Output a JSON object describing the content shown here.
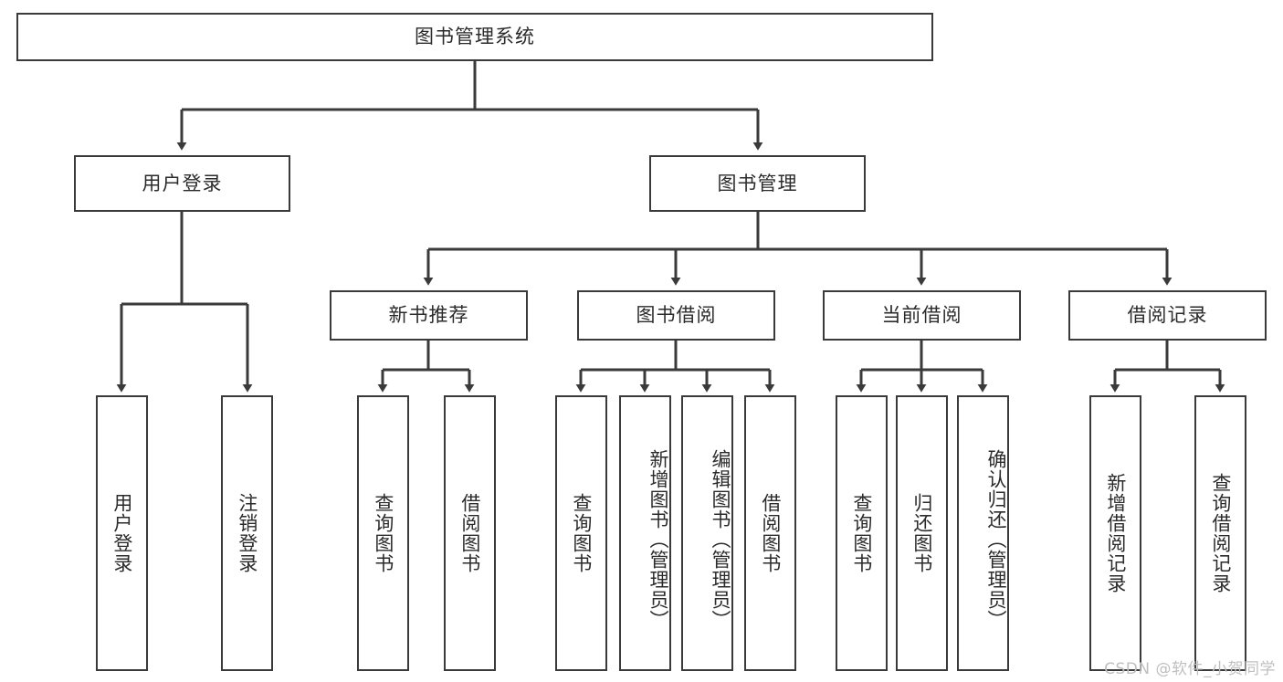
{
  "diagram": {
    "title": "图书管理系统",
    "type": "tree",
    "watermark": "CSDN @软件_小贺同学",
    "colors": {
      "border": "#3a3a3a",
      "background": "#ffffff",
      "text": "#2b2b2b",
      "connector": "#3a3a3a",
      "watermark": "#bfbfbf"
    },
    "levels": {
      "root": "图书管理系统",
      "level2": [
        "用户登录",
        "图书管理"
      ],
      "level3": [
        "新书推荐",
        "图书借阅",
        "当前借阅",
        "借阅记录"
      ]
    },
    "nodes": {
      "root": {
        "label": "图书管理系统"
      },
      "user_login": {
        "label": "用户登录"
      },
      "book_manage": {
        "label": "图书管理"
      },
      "new_book_rec": {
        "label": "新书推荐"
      },
      "book_borrow": {
        "label": "图书借阅"
      },
      "current_borrow": {
        "label": "当前借阅"
      },
      "borrow_record": {
        "label": "借阅记录"
      },
      "leaf_user_login": {
        "label": "用户登录"
      },
      "leaf_logout": {
        "label": "注销登录"
      },
      "leaf_query_book_1": {
        "label": "查询图书"
      },
      "leaf_borrow_book_1": {
        "label": "借阅图书"
      },
      "leaf_query_book_2": {
        "label": "查询图书"
      },
      "leaf_add_book": {
        "label": "新增图书（管理员）"
      },
      "leaf_edit_book": {
        "label": "编辑图书（管理员）"
      },
      "leaf_borrow_book_2": {
        "label": "借阅图书"
      },
      "leaf_query_book_3": {
        "label": "查询图书"
      },
      "leaf_return_book": {
        "label": "归还图书"
      },
      "leaf_confirm_return": {
        "label": "确认归还（管理员）"
      },
      "leaf_add_record": {
        "label": "新增借阅记录"
      },
      "leaf_query_record": {
        "label": "查询借阅记录"
      }
    },
    "edges": [
      {
        "from": "root",
        "to": "user_login"
      },
      {
        "from": "root",
        "to": "book_manage"
      },
      {
        "from": "user_login",
        "to": "leaf_user_login"
      },
      {
        "from": "user_login",
        "to": "leaf_logout"
      },
      {
        "from": "book_manage",
        "to": "new_book_rec"
      },
      {
        "from": "book_manage",
        "to": "book_borrow"
      },
      {
        "from": "book_manage",
        "to": "current_borrow"
      },
      {
        "from": "book_manage",
        "to": "borrow_record"
      },
      {
        "from": "new_book_rec",
        "to": "leaf_query_book_1"
      },
      {
        "from": "new_book_rec",
        "to": "leaf_borrow_book_1"
      },
      {
        "from": "book_borrow",
        "to": "leaf_query_book_2"
      },
      {
        "from": "book_borrow",
        "to": "leaf_add_book"
      },
      {
        "from": "book_borrow",
        "to": "leaf_edit_book"
      },
      {
        "from": "book_borrow",
        "to": "leaf_borrow_book_2"
      },
      {
        "from": "current_borrow",
        "to": "leaf_query_book_3"
      },
      {
        "from": "current_borrow",
        "to": "leaf_return_book"
      },
      {
        "from": "current_borrow",
        "to": "leaf_confirm_return"
      },
      {
        "from": "borrow_record",
        "to": "leaf_add_record"
      },
      {
        "from": "borrow_record",
        "to": "leaf_query_record"
      }
    ]
  }
}
